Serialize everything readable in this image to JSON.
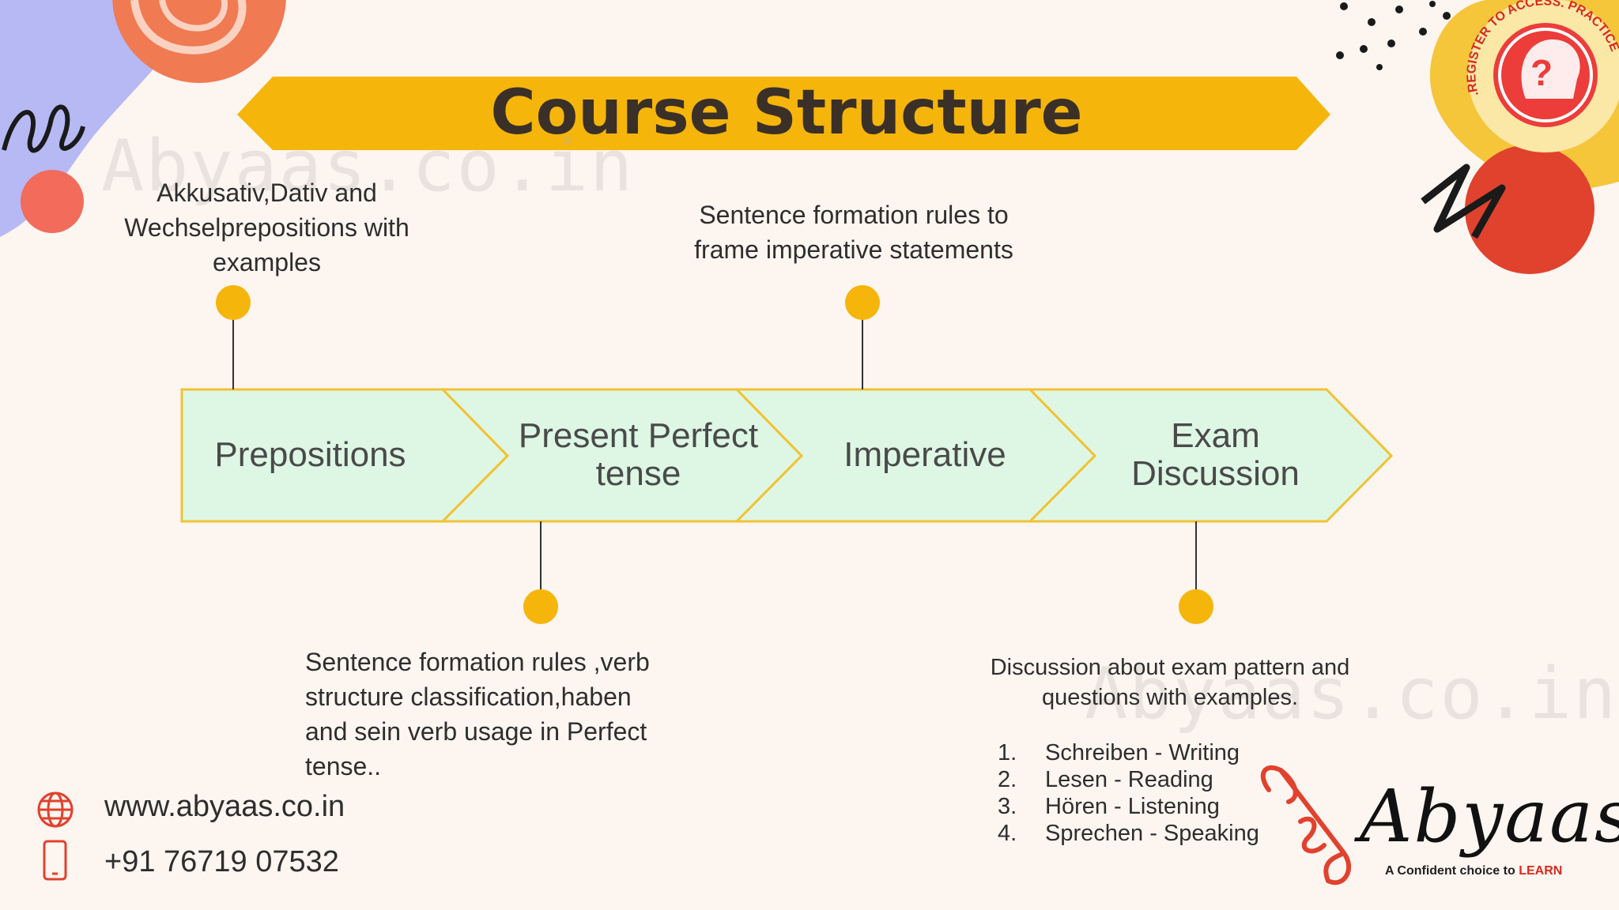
{
  "header": {
    "title": "Course Structure"
  },
  "watermark": "Abyaas.co.in",
  "steps": [
    {
      "label": "Prepositions"
    },
    {
      "label": "Present Perfect tense"
    },
    {
      "label": "Imperative"
    },
    {
      "label": "Exam Discussion"
    }
  ],
  "descriptions": {
    "prepositions": "Akkusativ,Dativ and Wechselprepositions with examples",
    "imperative": "Sentence formation rules to frame imperative statements",
    "present_perfect": "Sentence formation rules ,verb structure classification,haben and sein verb usage in Perfect tense..",
    "exam": "Discussion about exam pattern and questions with examples."
  },
  "exam_list": [
    {
      "num": "1.",
      "text": "Schreiben - Writing"
    },
    {
      "num": "2.",
      "text": "Lesen - Reading"
    },
    {
      "num": "3.",
      "text": "Hören - Listening"
    },
    {
      "num": "4.",
      "text": "Sprechen - Speaking"
    }
  ],
  "contact": {
    "website": "www.abyaas.co.in",
    "phone": "+91 76719 07532"
  },
  "brand": {
    "name": "Abyaas",
    "tagline": "A Confident choice to",
    "tagline_emphasis": "LEARN"
  },
  "badge": {
    "text": ".REGISTER TO ACCESS. PRACTICE THROUGH QUIZ APP",
    "icon": "question-head-icon"
  },
  "colors": {
    "accent": "#f5b50a",
    "step_fill": "#def7e5",
    "step_border": "#f2c233",
    "brand_red": "#d8291c"
  }
}
